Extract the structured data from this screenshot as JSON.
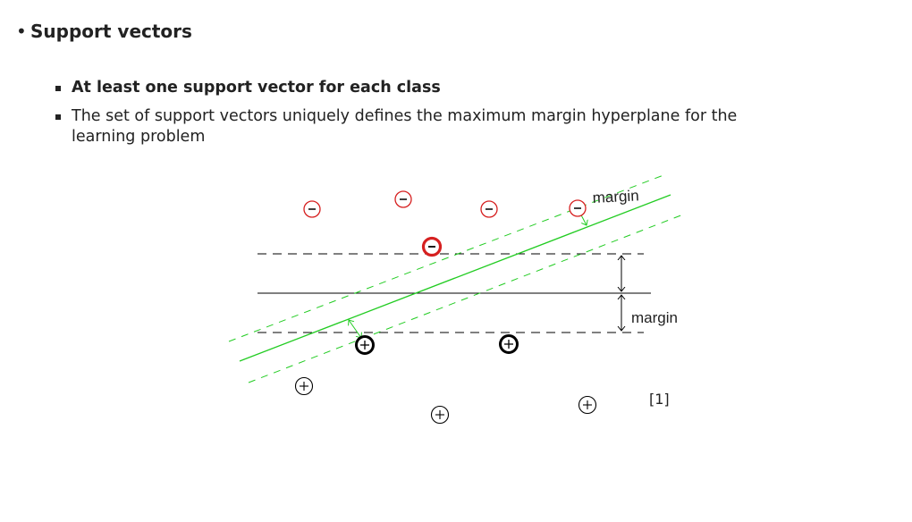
{
  "slide": {
    "bullet_main": "Support vectors",
    "sub_bullets": [
      "At least one support vector for each class",
      "The set of support vectors uniquely defines the maximum margin hyperplane for the learning problem"
    ]
  },
  "diagram": {
    "margin_label_green": "margin",
    "margin_label_black": "margin",
    "citation": "[1]",
    "negative_symbol": "-",
    "positive_symbol": "+"
  },
  "colors": {
    "negative_points": "#d62020",
    "support_negative": "#d62020",
    "support_positive": "#000000",
    "green_lines": "#22cc22",
    "black_lines": "#000000"
  }
}
